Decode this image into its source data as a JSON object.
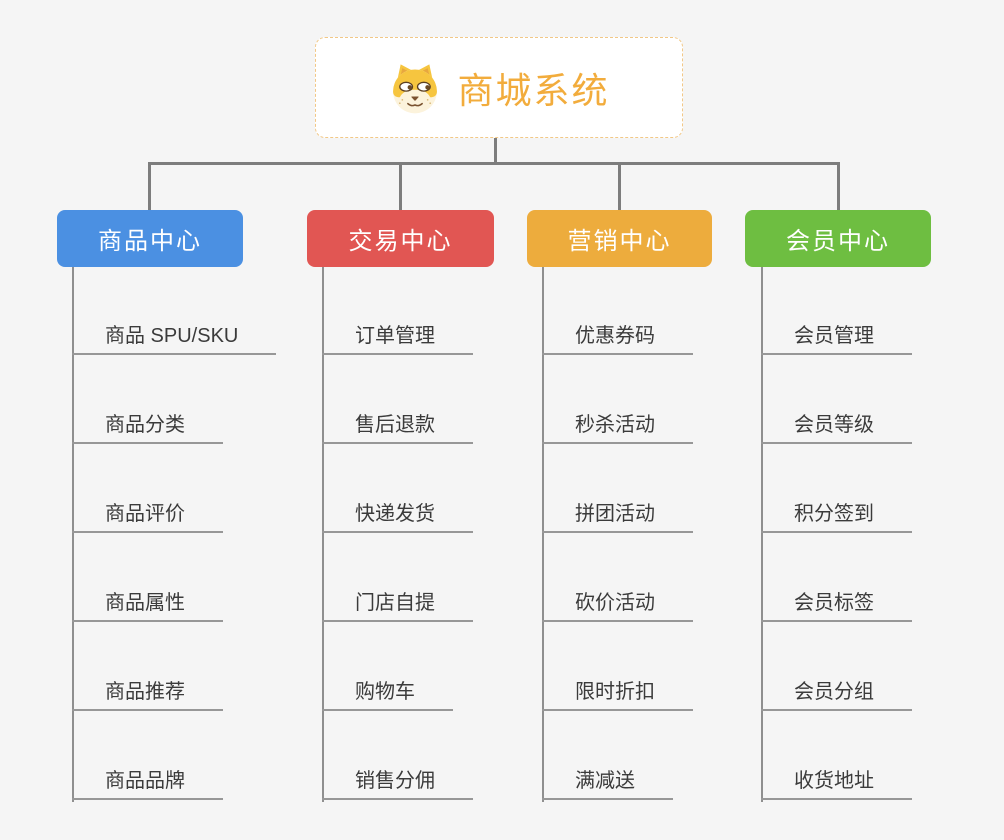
{
  "root": {
    "label": "商城系统",
    "icon": "dog-face-icon"
  },
  "colors": {
    "background": "#F5F5F5",
    "connector": "#7D7D7D",
    "column_line": "#8F8F8F",
    "leaf_line": "#979797",
    "leaf_text": "#3B3B3B",
    "root_accent": "#F2AC3C",
    "root_border": "#F2C887"
  },
  "branches": [
    {
      "label": "商品中心",
      "color": "#4B90E2",
      "items": [
        "商品 SPU/SKU",
        "商品分类",
        "商品评价",
        "商品属性",
        "商品推荐",
        "商品品牌"
      ]
    },
    {
      "label": "交易中心",
      "color": "#E15653",
      "items": [
        "订单管理",
        "售后退款",
        "快递发货",
        "门店自提",
        "购物车",
        "销售分佣"
      ]
    },
    {
      "label": "营销中心",
      "color": "#EDAC3D",
      "items": [
        "优惠券码",
        "秒杀活动",
        "拼团活动",
        "砍价活动",
        "限时折扣",
        "满减送"
      ]
    },
    {
      "label": "会员中心",
      "color": "#6EBE41",
      "items": [
        "会员管理",
        "会员等级",
        "积分签到",
        "会员标签",
        "会员分组",
        "收货地址"
      ]
    }
  ]
}
